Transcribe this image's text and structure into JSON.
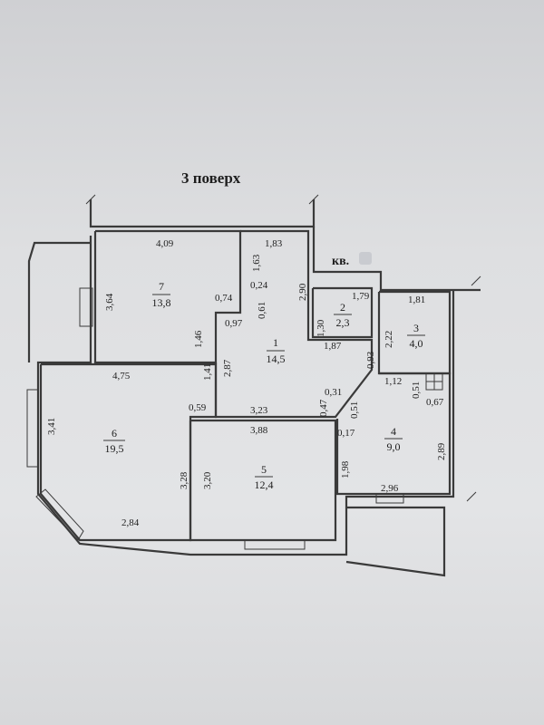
{
  "title": "3 поверх",
  "apartment_label": "кв.",
  "rooms": [
    {
      "id": "room-1",
      "number": "1",
      "area": "14,5"
    },
    {
      "id": "room-2",
      "number": "2",
      "area": "2,3"
    },
    {
      "id": "room-3",
      "number": "3",
      "area": "4,0"
    },
    {
      "id": "room-4",
      "number": "4",
      "area": "9,0"
    },
    {
      "id": "room-5",
      "number": "5",
      "area": "12,4"
    },
    {
      "id": "room-6",
      "number": "6",
      "area": "19,5"
    },
    {
      "id": "room-7",
      "number": "7",
      "area": "13,8"
    }
  ],
  "dimensions": {
    "r7_top": "4,09",
    "r7_left": "3,64",
    "r7_right": "0,74",
    "r7_bottom": "1,46",
    "r1_top": "1,83",
    "r1_a": "1,63",
    "r1_b": "0,24",
    "r1_c": "0,61",
    "r1_d": "0,97",
    "r1_e": "2,90",
    "r1_f": "1,87",
    "r1_g": "0,93",
    "r1_h": "1,41",
    "r1_i": "2,87",
    "r1_j": "0,59",
    "r1_k": "3,23",
    "r1_l": "0,47",
    "r1_m": "0,31",
    "r2_top": "1,79",
    "r2_left": "1,30",
    "r3_top": "1,81",
    "r3_left": "2,22",
    "r4_a": "1,12",
    "r4_b": "0,51",
    "r4_c": "0,67",
    "r4_d": "0,51",
    "r4_e": "0,17",
    "r4_left": "1,98",
    "r4_right": "2,89",
    "r4_bottom": "2,96",
    "r5_top": "3,88",
    "r5_left": "3,20",
    "r6_top": "4,75",
    "r6_left": "3,41",
    "r6_right": "3,28",
    "r6_bottom": "2,84"
  }
}
